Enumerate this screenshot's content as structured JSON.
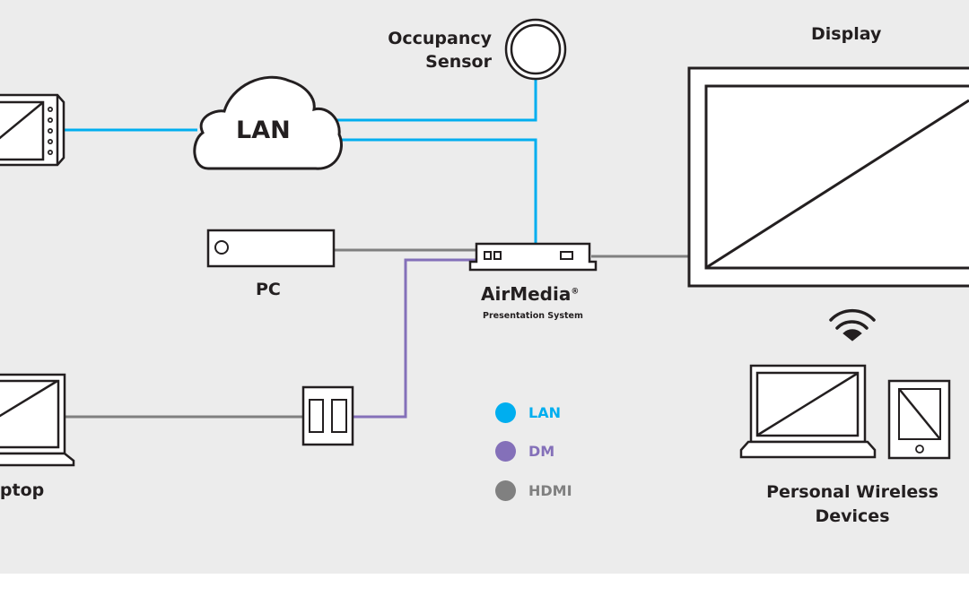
{
  "colors": {
    "lan": "#00aeef",
    "dm": "#8470b9",
    "hdmi": "#808080",
    "background": "#ececec",
    "outline": "#231f20"
  },
  "nodes": {
    "occupancy_sensor": {
      "line1": "Occupancy",
      "line2": "Sensor"
    },
    "lan_cloud": {
      "label": "LAN"
    },
    "touch_panel": {
      "label": ""
    },
    "pc": {
      "label": "PC"
    },
    "airmedia": {
      "label": "AirMedia",
      "registered": "®",
      "sublabel": "Presentation System"
    },
    "laptop": {
      "label": "Laptop"
    },
    "wall_plate": {
      "label": ""
    },
    "display": {
      "label": "Display"
    },
    "personal_devices": {
      "line1": "Personal Wireless",
      "line2": "Devices"
    }
  },
  "legend": [
    {
      "label": "LAN",
      "color": "#00aeef"
    },
    {
      "label": "DM",
      "color": "#8470b9"
    },
    {
      "label": "HDMI",
      "color": "#808080"
    }
  ]
}
